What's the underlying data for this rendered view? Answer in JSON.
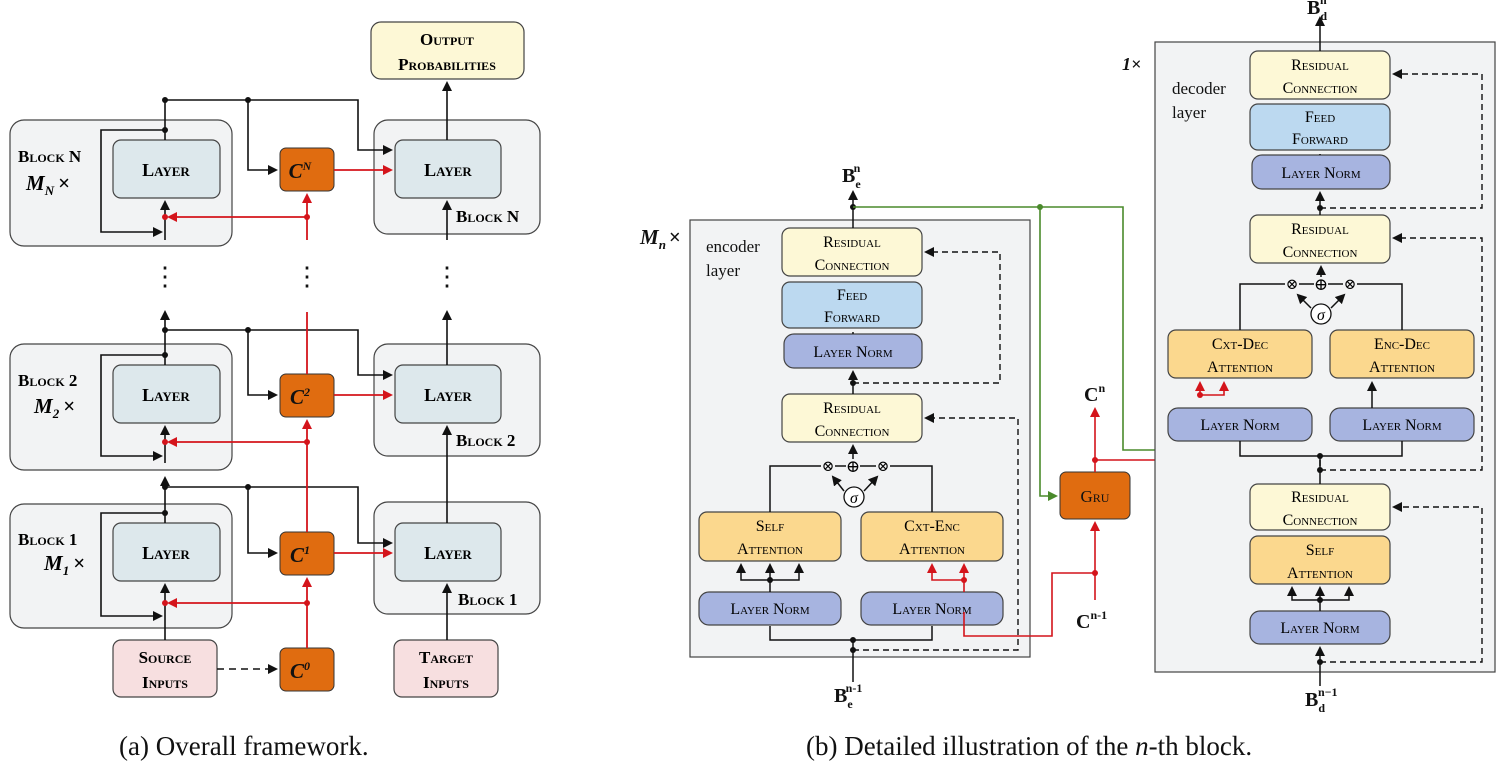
{
  "colors": {
    "layer_fill": "#dde8ec",
    "block_fill": "#f2f3f4",
    "context_fill": "#e06c10",
    "input_fill": "#f7dfe0",
    "residual_fill": "#fdf8d6",
    "feedforward_fill": "#bcd9f0",
    "layernorm_fill": "#a7b4e0",
    "attention_fill": "#fbd88e",
    "red_line": "#d4141b",
    "green_line": "#4a8a2b"
  },
  "part_a": {
    "output_box": [
      "Output",
      "Probabilities"
    ],
    "encoder_blocks": [
      {
        "name": "Block N",
        "repeat": "M",
        "repeat_sub": "N",
        "layer": "Layer"
      },
      {
        "name": "Block 2",
        "repeat": "M",
        "repeat_sub": "2",
        "layer": "Layer"
      },
      {
        "name": "Block 1",
        "repeat": "M",
        "repeat_sub": "1",
        "layer": "Layer"
      }
    ],
    "times": "×",
    "decoder_blocks": [
      {
        "name": "Block N",
        "layer": "Layer"
      },
      {
        "name": "Block 2",
        "layer": "Layer"
      },
      {
        "name": "Block 1",
        "layer": "Layer"
      }
    ],
    "contexts": [
      {
        "base": "C",
        "sup": "N"
      },
      {
        "base": "C",
        "sup": "2"
      },
      {
        "base": "C",
        "sup": "1"
      },
      {
        "base": "C",
        "sup": "0"
      }
    ],
    "source_inputs": [
      "Source",
      "Inputs"
    ],
    "target_inputs": [
      "Target",
      "Inputs"
    ],
    "ellipsis": "⋮",
    "caption": "(a)  Overall framework."
  },
  "part_b": {
    "encoder_repeat": "M",
    "encoder_repeat_sub": "n",
    "encoder_layer_label": [
      "encoder",
      "layer"
    ],
    "encoder_top_output": {
      "base": "B",
      "sub": "e",
      "sup": "n"
    },
    "encoder_bottom_input": {
      "base": "B",
      "sub": "e",
      "sup": "n-1"
    },
    "encoder": {
      "residual_top": [
        "Residual",
        "Connection"
      ],
      "feed_forward": [
        "Feed",
        "Forward"
      ],
      "layer_norm_top": "Layer Norm",
      "residual_mid": [
        "Residual",
        "Connection"
      ],
      "self_attention": [
        "Self",
        "Attention"
      ],
      "cxt_enc_attention": [
        "Cxt-Enc",
        "Attention"
      ],
      "layer_norm_left": "Layer Norm",
      "layer_norm_right": "Layer Norm"
    },
    "gate_symbols": {
      "times": "⊗",
      "plus": "⊕",
      "sigma": "σ"
    },
    "gru": {
      "label": "Gru",
      "out": {
        "base": "C",
        "sup": "n"
      },
      "in": {
        "base": "C",
        "sup": "n-1"
      }
    },
    "decoder_repeat": "1×",
    "decoder_layer_label": [
      "decoder",
      "layer"
    ],
    "decoder_top_output": {
      "base": "B",
      "sub": "d",
      "sup": "n"
    },
    "decoder_bottom_input": {
      "base": "B",
      "sub": "d",
      "sup": "n−1"
    },
    "decoder": {
      "residual_top": [
        "Residual",
        "Connection"
      ],
      "feed_forward": [
        "Feed",
        "Forward"
      ],
      "layer_norm_top": "Layer Norm",
      "residual_mid": [
        "Residual",
        "Connection"
      ],
      "cxt_dec_attention": [
        "Cxt-Dec",
        "Attention"
      ],
      "enc_dec_attention": [
        "Enc-Dec",
        "Attention"
      ],
      "layer_norm_left": "Layer Norm",
      "layer_norm_right": "Layer Norm",
      "residual_bottom": [
        "Residual",
        "Connection"
      ],
      "self_attention": [
        "Self",
        "Attention"
      ],
      "layer_norm_bottom": "Layer Norm"
    },
    "caption_pre": "(b)  Detailed illustration of the ",
    "caption_var": "n",
    "caption_post": "-th block."
  }
}
